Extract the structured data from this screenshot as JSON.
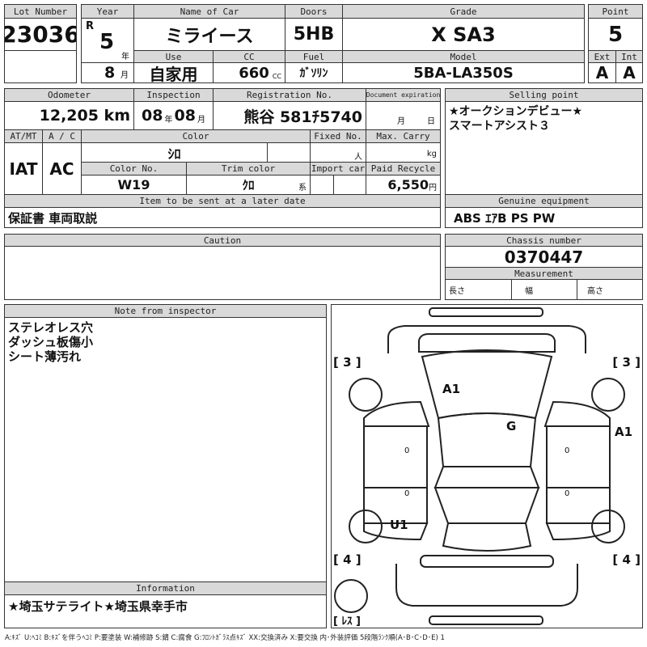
{
  "lot": {
    "label": "Lot Number",
    "value": "23036"
  },
  "year": {
    "label": "Year",
    "era": "R",
    "value": "5",
    "year_unit": "年",
    "month": "8",
    "month_unit": "月"
  },
  "name_of_car": {
    "label": "Name of Car",
    "value": "ミライース"
  },
  "doors": {
    "label": "Doors",
    "value": "5HB"
  },
  "grade": {
    "label": "Grade",
    "value": "X SA3"
  },
  "point": {
    "label": "Point",
    "value": "5",
    "ext_label": "Ext",
    "int_label": "Int",
    "ext": "A",
    "int": "A"
  },
  "use": {
    "label": "Use",
    "value": "自家用"
  },
  "cc": {
    "label": "CC",
    "value": "660",
    "unit": "CC"
  },
  "fuel": {
    "label": "Fuel",
    "value": "ｶﾞｿﾘﾝ"
  },
  "model": {
    "label": "Model",
    "value": "5BA-LA350S"
  },
  "odometer": {
    "label": "Odometer",
    "value": "12,205 km"
  },
  "inspection": {
    "label": "Inspection",
    "year": "08",
    "year_unit": "年",
    "month": "08",
    "month_unit": "月"
  },
  "registration": {
    "label": "Registration No.",
    "value": "熊谷 581ﾁ5740"
  },
  "doc_expiration": {
    "label": "Document expiration",
    "month_unit": "月",
    "day_unit": "日"
  },
  "atmt": {
    "label": "AT/MT",
    "value": "IAT"
  },
  "ac": {
    "label": "A / C",
    "value": "AC"
  },
  "color": {
    "label": "Color",
    "value": "ｼﾛ"
  },
  "fixed_no": {
    "label": "Fixed No.",
    "unit": "人"
  },
  "max_carry": {
    "label": "Max. Carry",
    "unit": "kg"
  },
  "color_no": {
    "label": "Color No.",
    "value": "W19"
  },
  "trim_color": {
    "label": "Trim color",
    "value": "ｸﾛ",
    "unit": "系"
  },
  "import_car": {
    "label": "Import car"
  },
  "paid_recycle": {
    "label": "Paid Recycle",
    "value": "6,550",
    "unit": "円"
  },
  "later_items": {
    "label": "Item to be sent at a later date",
    "value": "保証書 車両取説"
  },
  "selling_point": {
    "label": "Selling point",
    "value": "★オークションデビュー★\nスマートアシスト３"
  },
  "genuine_equipment": {
    "label": "Genuine equipment",
    "value": "ABS ｴｱB PS PW"
  },
  "caution": {
    "label": "Caution",
    "value": ""
  },
  "chassis": {
    "label": "Chassis number",
    "value": "0370447"
  },
  "measurement": {
    "label": "Measurement",
    "length": "長さ",
    "width": "幅",
    "height": "高さ"
  },
  "inspector_note": {
    "label": "Note from inspector",
    "value": "ステレオレス穴\nダッシュ板傷小\nシート薄汚れ"
  },
  "information": {
    "label": "Information",
    "value": "★埼玉サテライト★埼玉県幸手市"
  },
  "diagram": {
    "front_left": "[ 3 ]",
    "front_right": "[ 3 ]",
    "rear_left": "[ 4 ]",
    "rear_right": "[ 4 ]",
    "spare": "[ ﾚｽ ]",
    "marks": {
      "hood": "A1",
      "windshield": "G",
      "right_front": "A1",
      "left_rear": "U1"
    },
    "zeros": "0"
  },
  "legend": "A:ｷｽﾞ U:ﾍｺﾐ B:ｷｽﾞを伴うﾍｺﾐ P:要塗装 W:補修跡 S:錆 C:腐食 G:ﾌﾛﾝﾄｶﾞﾗｽ点ｷｽﾞ XX:交換済み X:要交換  内･外装評価  5段階ﾗﾝｸ順(A･B･C･D･E) 1"
}
